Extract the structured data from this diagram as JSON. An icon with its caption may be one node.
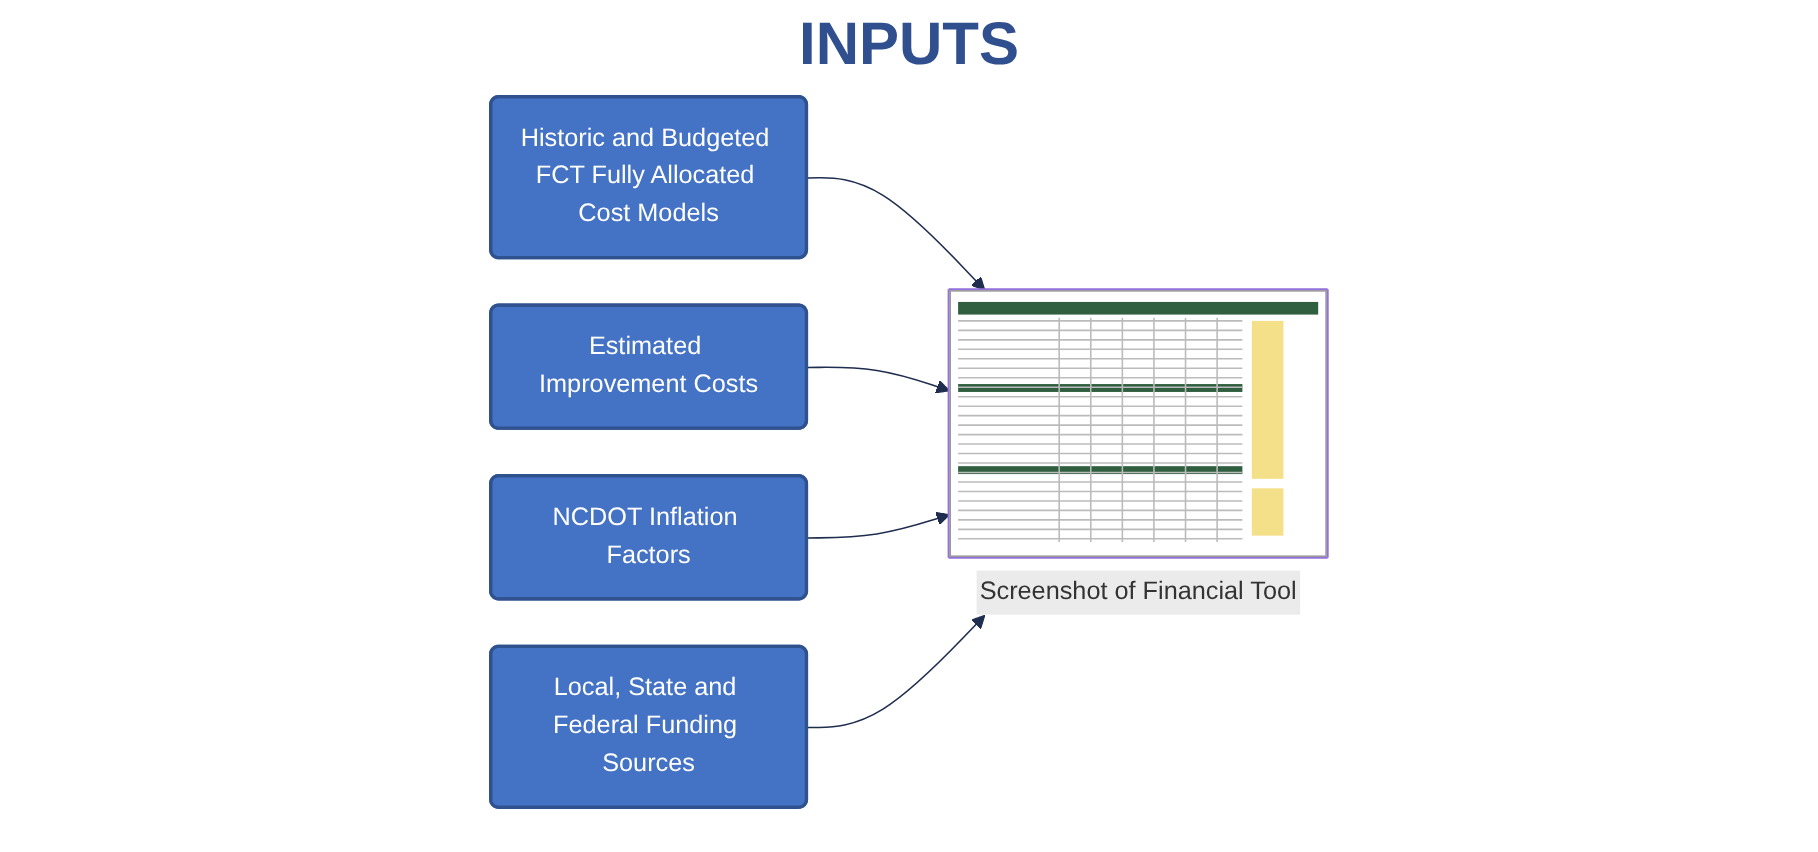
{
  "diagram": {
    "title": "INPUTS",
    "nodes": [
      {
        "text": [
          "Historic and Budgeted FCT Fully Allocated Cost Models"
        ]
      },
      {
        "text": [],
        "shape": "picture",
        "beside": [
          "Screenshot of Financial Tool"
        ]
      },
      {
        "text": [
          "Estimated Improvement Costs"
        ]
      },
      {
        "text": [
          "NCDOT Inflation Factors"
        ]
      },
      {
        "text": [
          "Local, State and Federal Funding Sources"
        ]
      }
    ],
    "edges": [
      {
        "from": 0,
        "to": 1,
        "arrow": "to"
      },
      {
        "from": 2,
        "to": 1,
        "arrow": "to"
      },
      {
        "from": 3,
        "to": 1,
        "arrow": "to"
      },
      {
        "from": 4,
        "to": 1,
        "arrow": "to"
      }
    ]
  }
}
